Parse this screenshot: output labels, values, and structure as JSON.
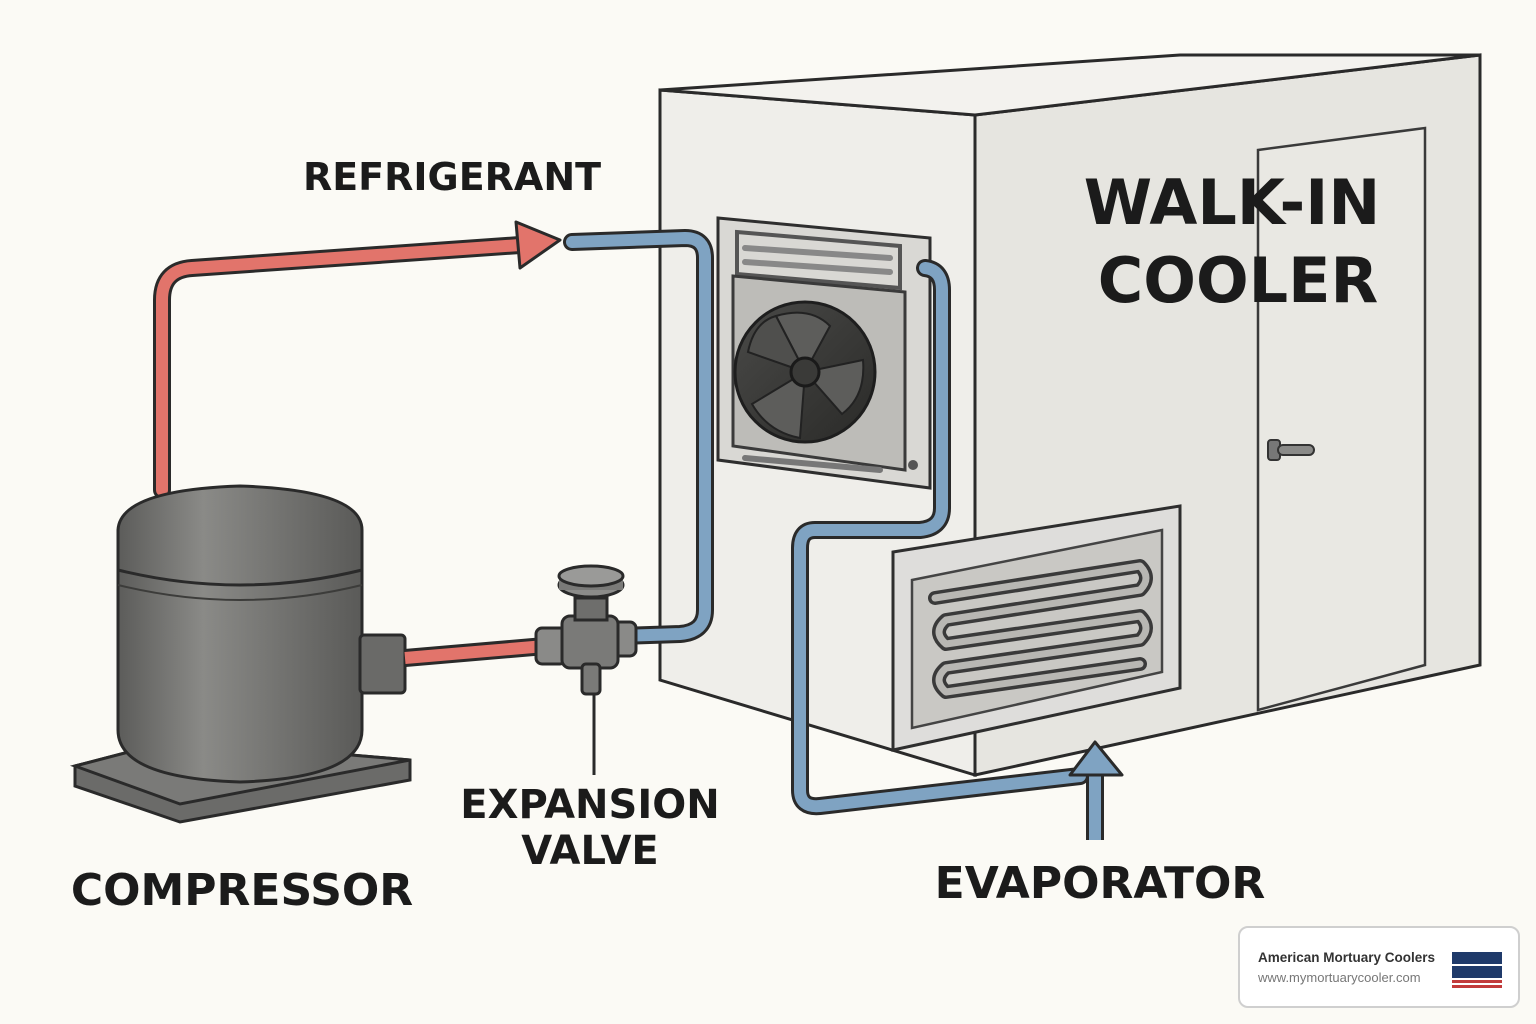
{
  "labels": {
    "refrigerant": "REFRIGERANT",
    "cooler_line1": "WALK-IN",
    "cooler_line2": "COOLER",
    "expansion_line1": "EXPANSION",
    "expansion_line2": "VALVE",
    "compressor": "COMPRESSOR",
    "evaporator": "EVAPORATOR"
  },
  "watermark": {
    "brand": "American Mortuary Coolers",
    "url": "www.mymortuarycooler.com"
  },
  "colors": {
    "hot_line": "#e2746b",
    "cold_line": "#7fa3c2",
    "outline": "#2a2a2a",
    "metal": "#6e6e6c",
    "cabinet_front": "#efeeea",
    "cabinet_side": "#e3e2dd"
  }
}
